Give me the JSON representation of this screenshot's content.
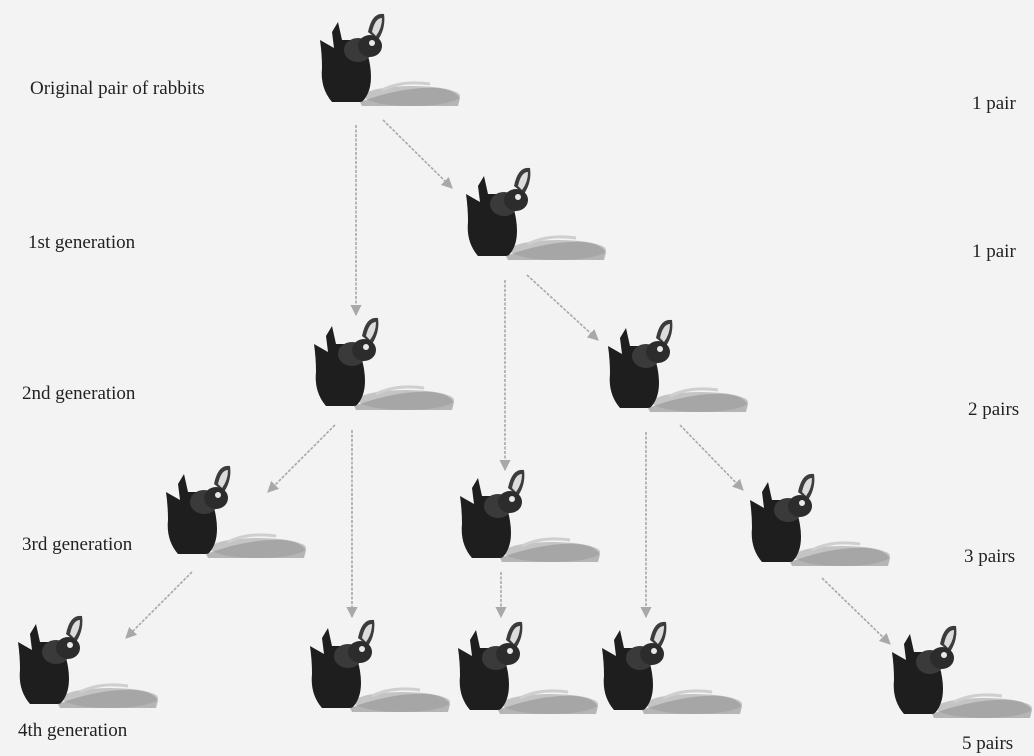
{
  "generations": [
    {
      "label": "Original pair of rabbits",
      "count": "1 pair"
    },
    {
      "label": "1st generation",
      "count": "1 pair"
    },
    {
      "label": "2nd generation",
      "count": "2 pairs"
    },
    {
      "label": "3rd generation",
      "count": "3 pairs"
    },
    {
      "label": "4th generation",
      "count": "5 pairs"
    }
  ],
  "icon": "rabbit-pair-icon",
  "colors": {
    "arrow": "#9a9a9a",
    "rabbit_dark": "#1e1e1e",
    "rabbit_light": "#7a7a7a"
  }
}
